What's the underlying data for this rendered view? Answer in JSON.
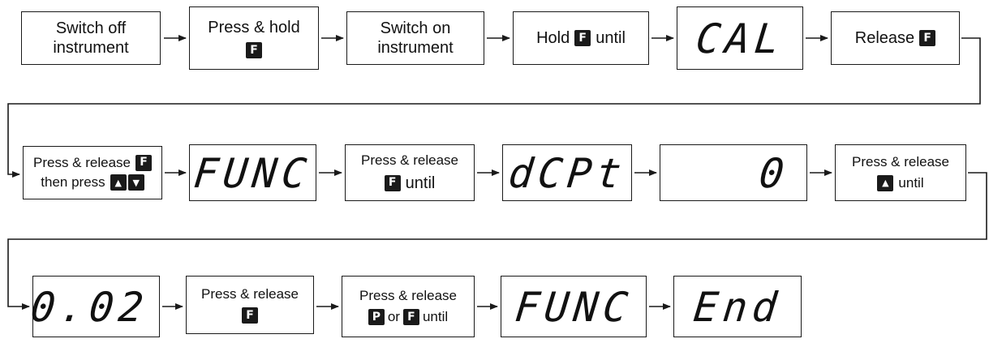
{
  "steps": {
    "s1": {
      "line1": "Switch off",
      "line2": "instrument"
    },
    "s2": {
      "line1": "Press & hold",
      "key": "F"
    },
    "s3": {
      "line1": "Switch on",
      "line2": "instrument"
    },
    "s4": {
      "pre": "Hold",
      "key": "F",
      "post": "until"
    },
    "s5": {
      "display": "CAL"
    },
    "s6": {
      "pre": "Release",
      "key": "F"
    },
    "s7": {
      "line1": "Press & release",
      "key": "F",
      "line2": "then press",
      "key_up": "▲",
      "key_down": "▼"
    },
    "s8": {
      "display": "FUNC"
    },
    "s9": {
      "line1": "Press & release",
      "key": "F",
      "post": "until"
    },
    "s10": {
      "display": "dCPt"
    },
    "s11": {
      "display": "0"
    },
    "s12": {
      "line1": "Press & release",
      "key": "▲",
      "post": "until"
    },
    "s13": {
      "display": "0.02"
    },
    "s14": {
      "line1": "Press & release",
      "key": "F"
    },
    "s15": {
      "line1": "Press & release",
      "key1": "P",
      "mid": "or",
      "key2": "F",
      "post": "until"
    },
    "s16": {
      "display": "FUNC"
    },
    "s17": {
      "display": "End"
    }
  }
}
